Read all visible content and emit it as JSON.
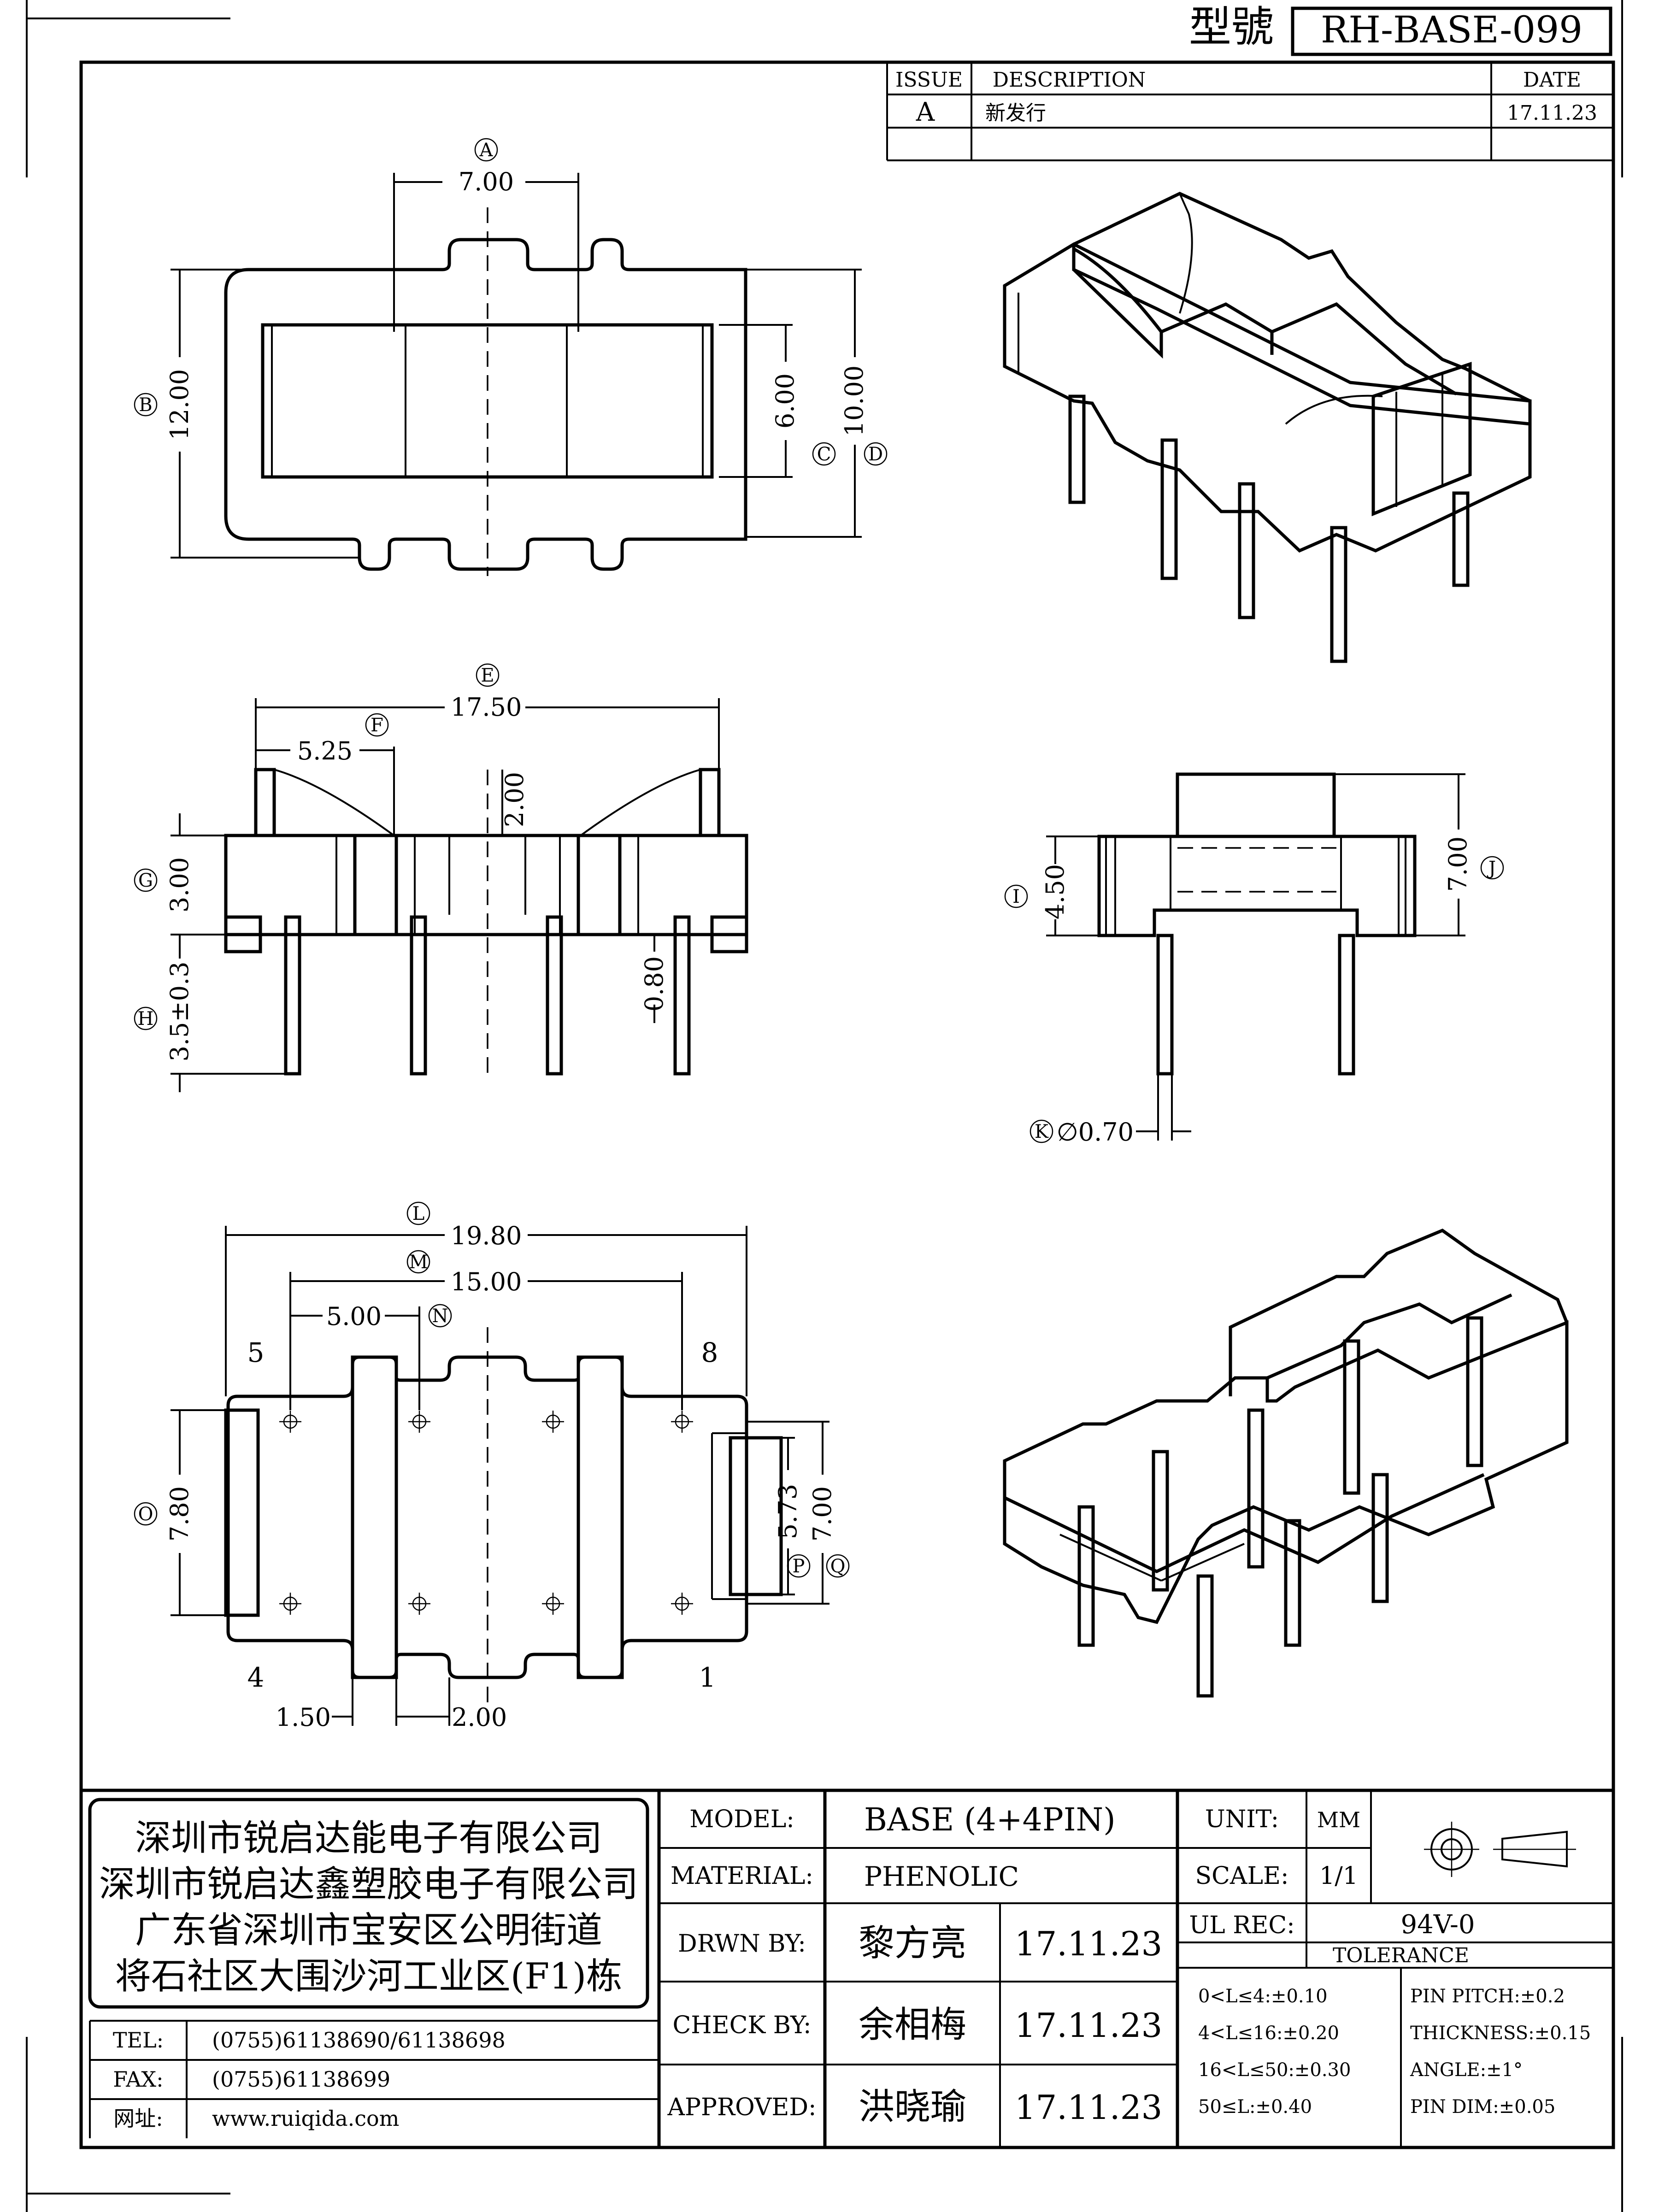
{
  "header": {
    "model_label": "型號",
    "model_no": "RH-BASE-099"
  },
  "revision": {
    "columns": {
      "issue": "ISSUE",
      "description": "DESCRIPTION",
      "date": "DATE"
    },
    "rows": [
      {
        "issue": "A",
        "description": "新发行",
        "date": "17.11.23"
      }
    ]
  },
  "views": {
    "top": {
      "dims": {
        "a": {
          "tag": "A",
          "value": "7.00"
        },
        "b": {
          "tag": "B",
          "value": "12.00"
        },
        "c": {
          "tag": "C",
          "value": "6.00"
        },
        "d": {
          "tag": "D",
          "value": "10.00"
        }
      }
    },
    "front": {
      "dims": {
        "e": {
          "tag": "E",
          "value": "17.50"
        },
        "f": {
          "tag": "F",
          "value": "5.25"
        },
        "h2": {
          "value": "2.00"
        },
        "g": {
          "tag": "G",
          "value": "3.00"
        },
        "h": {
          "tag": "H",
          "value": "3.5±0.3"
        },
        "p08": {
          "value": "0.80"
        }
      }
    },
    "side": {
      "dims": {
        "i": {
          "tag": "I",
          "value": "4.50"
        },
        "j": {
          "tag": "J",
          "value": "7.00"
        },
        "k": {
          "tag": "K",
          "value": "∅0.70"
        }
      }
    },
    "bottom": {
      "dims": {
        "l": {
          "tag": "L",
          "value": "19.80"
        },
        "m": {
          "tag": "M",
          "value": "15.00"
        },
        "n": {
          "tag": "N",
          "value": "5.00"
        },
        "o": {
          "tag": "O",
          "value": "7.80"
        },
        "p": {
          "tag": "P",
          "value": "5.73"
        },
        "q": {
          "tag": "Q",
          "value": "7.00"
        },
        "w150": {
          "value": "1.50"
        },
        "w200": {
          "value": "2.00"
        }
      },
      "pins": {
        "tl": "5",
        "tr": "8",
        "bl": "4",
        "br": "1"
      }
    }
  },
  "company": {
    "lines": [
      "深圳市锐启达能电子有限公司",
      "深圳市锐启达鑫塑胶电子有限公司",
      "广东省深圳市宝安区公明街道",
      "将石社区大围沙河工业区(F1)栋"
    ],
    "tel_label": "TEL:",
    "tel": "(0755)61138690/61138698",
    "fax_label": "FAX:",
    "fax": "(0755)61138699",
    "web_label": "网址:",
    "web": "www.ruiqida.com"
  },
  "title_block": {
    "model_label": "MODEL:",
    "model": "BASE (4+4PIN)",
    "material_label": "MATERIAL:",
    "material": "PHENOLIC",
    "drawn_label": "DRWN BY:",
    "drawn": "黎方亮",
    "drawn_date": "17.11.23",
    "check_label": "CHECK BY:",
    "check": "余相梅",
    "check_date": "17.11.23",
    "approved_label": "APPROVED:",
    "approved": "洪晓瑜",
    "approved_date": "17.11.23",
    "unit_label": "UNIT:",
    "unit": "MM",
    "scale_label": "SCALE:",
    "scale": "1/1",
    "ul_label": "UL REC:",
    "ul": "94V-0",
    "tolerance_title": "TOLERANCE",
    "tolerances": [
      "0<L≤4:±0.10",
      "4<L≤16:±0.20",
      "16<L≤50:±0.30",
      "50≤L:±0.40"
    ],
    "specs": [
      "PIN PITCH:±0.2",
      "THICKNESS:±0.15",
      "ANGLE:±1°",
      "PIN DIM:±0.05"
    ]
  }
}
